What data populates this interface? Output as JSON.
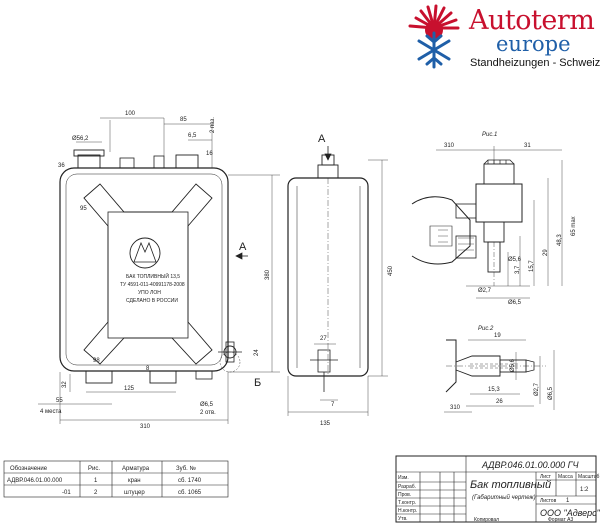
{
  "logo": {
    "brand": "Autoterm",
    "region": "europe",
    "tagline": "Standheizungen - Schweiz",
    "colors": {
      "red": "#c8102e",
      "blue": "#1f5fa8"
    }
  },
  "front_view": {
    "dims": [
      "Ø56,2",
      "100",
      "85",
      "6,5",
      "16",
      "2 паз.",
      "36",
      "380",
      "310",
      "125",
      "55",
      "4 места",
      "32",
      "95",
      "98",
      "8",
      "Ø6,5",
      "2 отв.",
      "24"
    ],
    "label_b": "Б",
    "arrow_a": "А",
    "plate": [
      "БАК ТОПЛИВНЫЙ 13,5",
      "ТУ 4591-011-40991178-2008",
      "УПО ЛОН",
      "СДЕЛАНО В РОССИИ"
    ]
  },
  "side_view": {
    "title": "А",
    "dims": [
      "450",
      "27",
      "7",
      "135"
    ]
  },
  "rus1": {
    "title": "Рис.1",
    "dims": [
      "310",
      "31",
      "65 max",
      "48,3",
      "29",
      "15,7",
      "3,7",
      "Ø5,6",
      "Ø2,7",
      "Ø6,5"
    ]
  },
  "rus2": {
    "title": "Рис.2",
    "dims": [
      "19",
      "Ø5,6",
      "15,3",
      "26",
      "310",
      "Ø2,7",
      "Ø6,5"
    ]
  },
  "spec_table": {
    "headers": [
      "Обозначение",
      "Рис.",
      "Арматура",
      "Зуб. №"
    ],
    "rows": [
      [
        "АДВР.046.01.00.000",
        "1",
        "кран",
        "сб. 1740"
      ],
      [
        "-01",
        "2",
        "штуцер",
        "сб. 1065"
      ]
    ]
  },
  "title_block": {
    "doc_code": "АДВР.046.01.00.000 ГЧ",
    "name": "Бак топливный",
    "subtitle": "(Габаритный чертеж)",
    "company": "ООО \"Адверс\"",
    "sheet_label": "Лист",
    "sheets_label": "Листов",
    "mass_label": "Масса",
    "scale_label": "Масштаб",
    "scale": "1:2",
    "sheets": "1",
    "copied": "Копировал",
    "format": "Формат  А3",
    "rows": [
      "Изм.",
      "Разраб.",
      "Пров.",
      "Т.контр.",
      "Н.контр.",
      "Утв."
    ]
  }
}
